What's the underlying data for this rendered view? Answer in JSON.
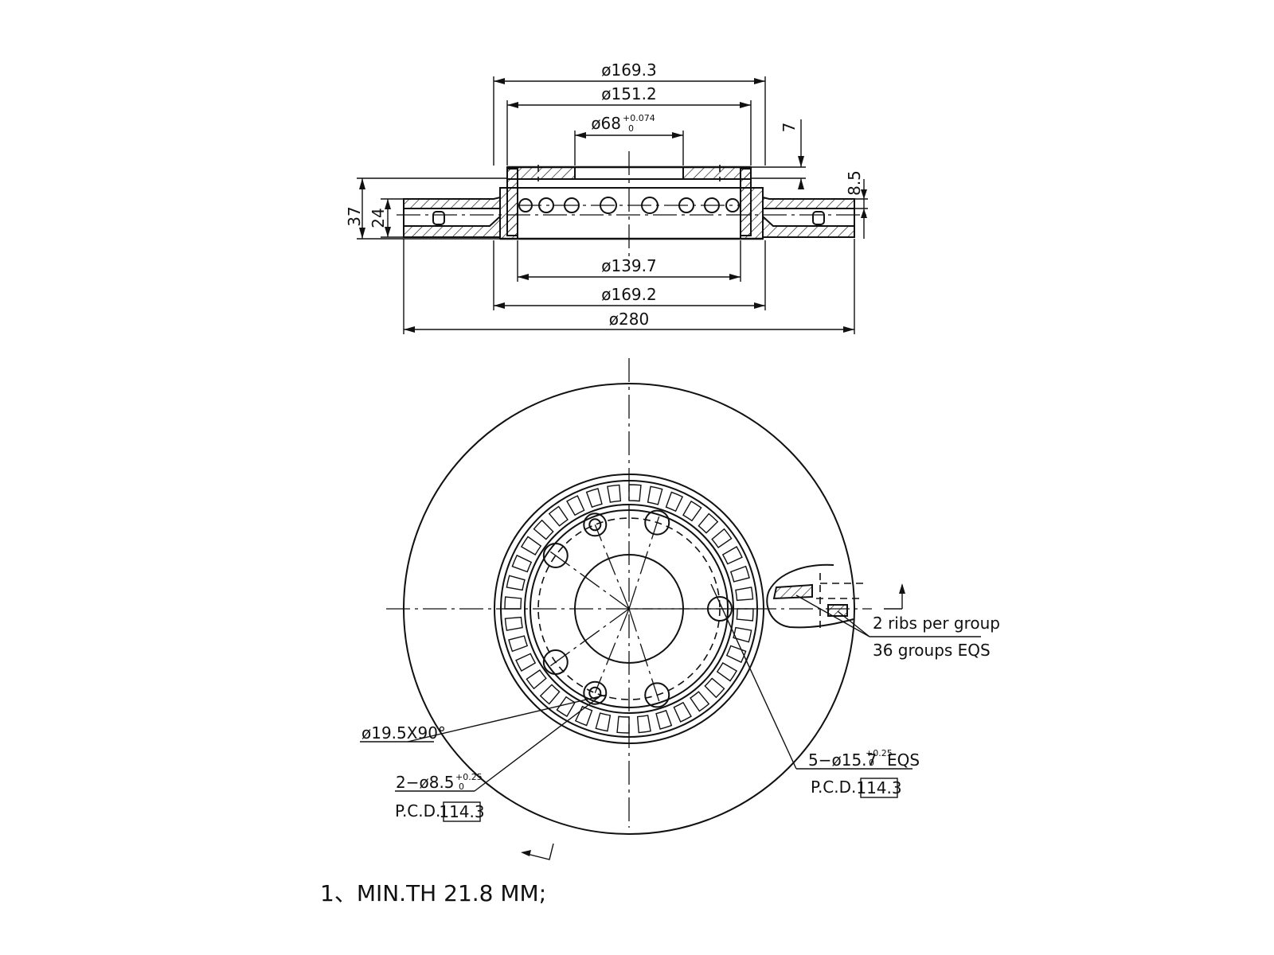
{
  "section_view": {
    "dims": {
      "d1": "ø169.3",
      "d2": "ø151.2",
      "d3": "ø68",
      "d3_tol_upper": "+0.074",
      "d3_tol_lower": "0",
      "d4": "ø139.7",
      "d5": "ø169.2",
      "d6": "ø280",
      "h_total": "37",
      "h_disc": "24",
      "h_top": "7",
      "h_vent": "8.5"
    }
  },
  "plan_view": {
    "ribs_line1": "2 ribs per group",
    "ribs_line2": "36 groups EQS",
    "chamfer": "ø19.5X90°",
    "small_holes": "2−ø8.5",
    "small_holes_tol_upper": "+0.25",
    "small_holes_tol_lower": "0",
    "pcd_label_left": "P.C.D.",
    "pcd_value_left": "114.3",
    "bolt_holes": "5−ø15.7",
    "bolt_holes_tol_upper": "+0.25",
    "bolt_holes_tol_lower": "0",
    "bolt_holes_suffix": "EQS",
    "pcd_label_right": "P.C.D.",
    "pcd_value_right": "114.3"
  },
  "notes": {
    "note1": "1、MIN.TH 21.8 MM;"
  }
}
